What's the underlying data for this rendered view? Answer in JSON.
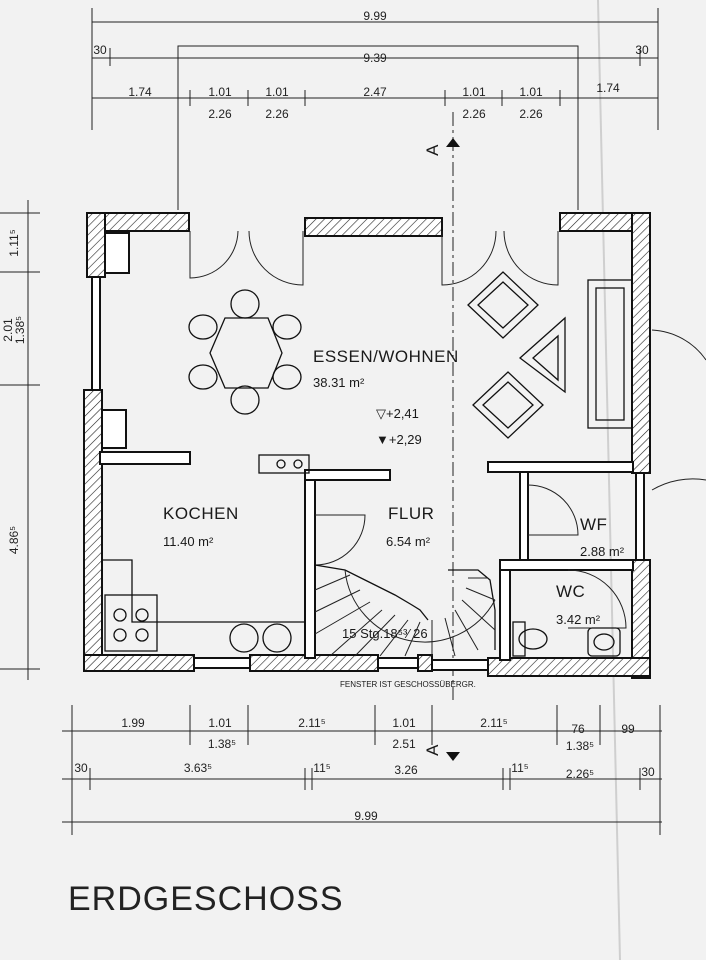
{
  "title": "ERDGESCHOSS",
  "rooms": {
    "essen": {
      "name": "ESSEN/WOHNEN",
      "area": "38.31 m²"
    },
    "kochen": {
      "name": "KOCHEN",
      "area": "11.40 m²"
    },
    "flur": {
      "name": "FLUR",
      "area": "6.54 m²"
    },
    "wf": {
      "name": "WF",
      "area": "2.88 m²"
    },
    "wc": {
      "name": "WC",
      "area": "3.42 m²"
    }
  },
  "levels": {
    "upper": "▽+2,41",
    "lower": "▼+2,29"
  },
  "stairs": "15 Stg.18⁵³⁄ 26",
  "note": "FENSTER IST GESCHOSSÜBERGR.",
  "section_mark": "A",
  "dims_top": {
    "total1": "9.99",
    "total2": "9.39",
    "edge_left": "30",
    "edge_right": "30",
    "d1": "1.74",
    "d2_top": "1.01",
    "d2_bot": "2.26",
    "d3_top": "1.01",
    "d3_bot": "2.26",
    "d4": "2.47",
    "d5_top": "1.01",
    "d5_bot": "2.26",
    "d6_top": "1.01",
    "d6_bot": "2.26",
    "d7": "1.74"
  },
  "dims_left": {
    "a": "1.11⁵",
    "b_top": "2.01",
    "b_bot": "1.38⁵",
    "c": "4.86⁵"
  },
  "dims_bottom": {
    "r1": [
      "1.99",
      "1.01",
      "2.11⁵",
      "1.01",
      "2.11⁵",
      "76",
      "99"
    ],
    "r2": [
      "1.38⁵",
      "2.51",
      "1.38⁵"
    ],
    "r3": [
      "30",
      "3.63⁵",
      "11⁵",
      "3.26",
      "11⁵",
      "2.26⁵",
      "30"
    ],
    "total": "9.99"
  }
}
